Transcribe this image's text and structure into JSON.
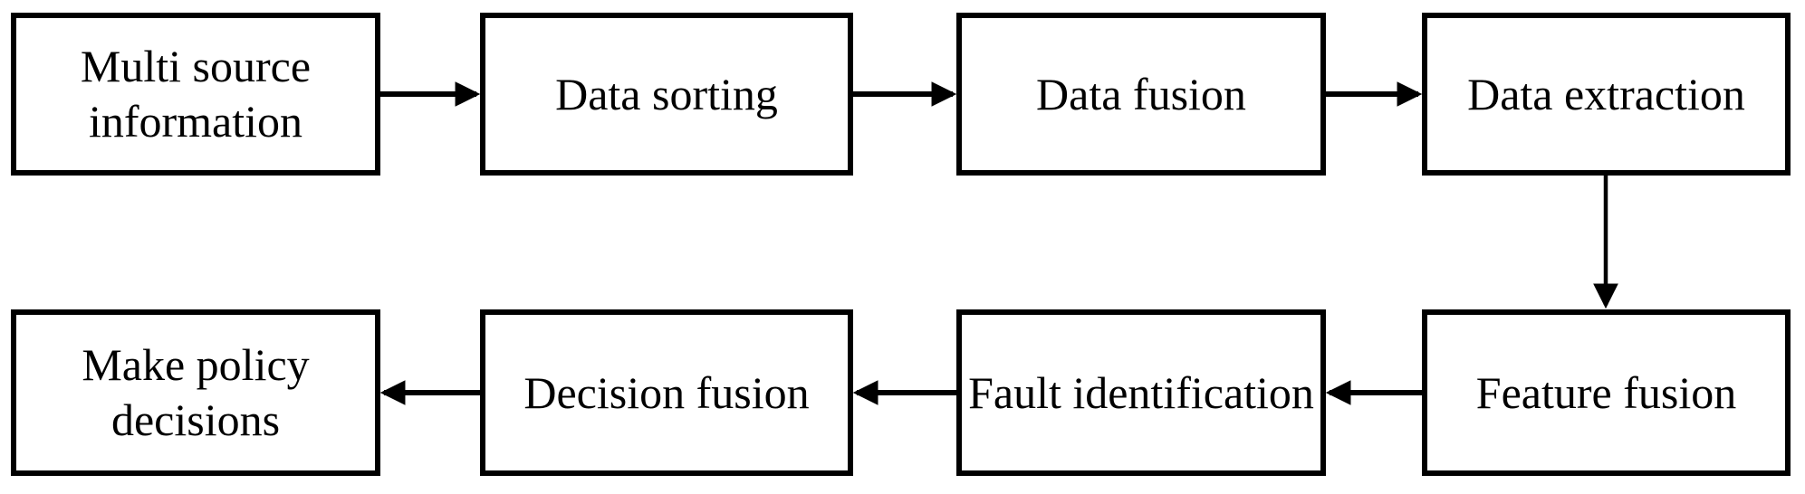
{
  "flowchart": {
    "background_color": "#ffffff",
    "box_fill_color": "#ffffff",
    "box_border_color": "#000000",
    "text_color": "#000000",
    "arrow_color": "#000000",
    "nodes": [
      {
        "id": "multi-source-information",
        "label": "Multi source information",
        "row": "top",
        "col": 1
      },
      {
        "id": "data-sorting",
        "label": "Data sorting",
        "row": "top",
        "col": 2
      },
      {
        "id": "data-fusion",
        "label": "Data fusion",
        "row": "top",
        "col": 3
      },
      {
        "id": "data-extraction",
        "label": "Data extraction",
        "row": "top",
        "col": 4
      },
      {
        "id": "feature-fusion",
        "label": "Feature fusion",
        "row": "bottom",
        "col": 4
      },
      {
        "id": "fault-identification",
        "label": "Fault identification",
        "row": "bottom",
        "col": 3
      },
      {
        "id": "decision-fusion",
        "label": "Decision fusion",
        "row": "bottom",
        "col": 2
      },
      {
        "id": "make-policy-decisions",
        "label": "Make policy decisions",
        "row": "bottom",
        "col": 1
      }
    ],
    "edges": [
      {
        "from": "multi-source-information",
        "to": "data-sorting",
        "direction": "right"
      },
      {
        "from": "data-sorting",
        "to": "data-fusion",
        "direction": "right"
      },
      {
        "from": "data-fusion",
        "to": "data-extraction",
        "direction": "right"
      },
      {
        "from": "data-extraction",
        "to": "feature-fusion",
        "direction": "down"
      },
      {
        "from": "feature-fusion",
        "to": "fault-identification",
        "direction": "left"
      },
      {
        "from": "fault-identification",
        "to": "decision-fusion",
        "direction": "left"
      },
      {
        "from": "decision-fusion",
        "to": "make-policy-decisions",
        "direction": "left"
      }
    ]
  }
}
